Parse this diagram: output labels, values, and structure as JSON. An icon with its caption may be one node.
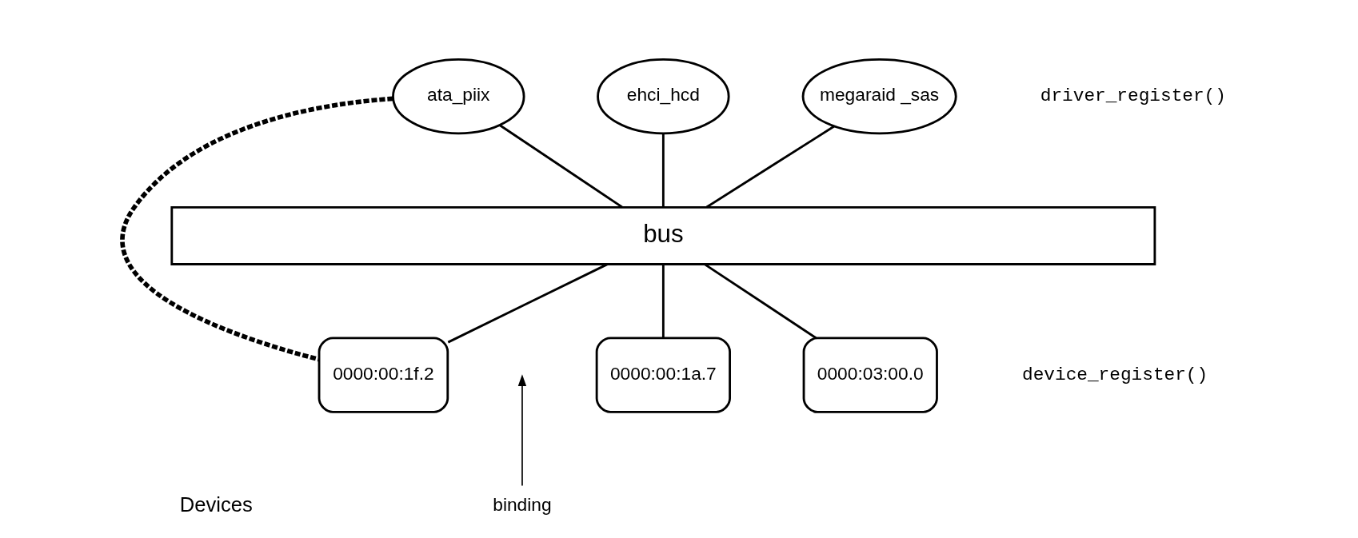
{
  "diagram": {
    "nodes": [
      {
        "text": [
          "ata_piix"
        ]
      },
      {
        "text": [
          "ehci_hcd"
        ]
      },
      {
        "text": [
          "megaraid _sas"
        ]
      },
      {
        "text": [
          "bus"
        ]
      },
      {
        "text": [
          "0000:00:1f.2"
        ]
      },
      {
        "text": [
          "0000:00:1a.7"
        ]
      },
      {
        "text": [
          "0000:03:00.0"
        ]
      },
      {
        "text": [
          "binding"
        ]
      }
    ],
    "edges": [
      {
        "from": 0,
        "to": 3,
        "arrow": "none"
      },
      {
        "from": 1,
        "to": 3,
        "arrow": "none"
      },
      {
        "from": 2,
        "to": 3,
        "arrow": "none"
      },
      {
        "from": 3,
        "to": 4,
        "arrow": "none"
      },
      {
        "from": 3,
        "to": 5,
        "arrow": "none"
      },
      {
        "from": 3,
        "to": 6,
        "arrow": "none"
      },
      {
        "from": 0,
        "to": 4,
        "arrow": "none",
        "style": "dashed"
      },
      {
        "from": 7,
        "to": null,
        "arrow": "to"
      }
    ],
    "labels": [
      "driver_register()",
      "device_register()",
      "Devices"
    ]
  }
}
